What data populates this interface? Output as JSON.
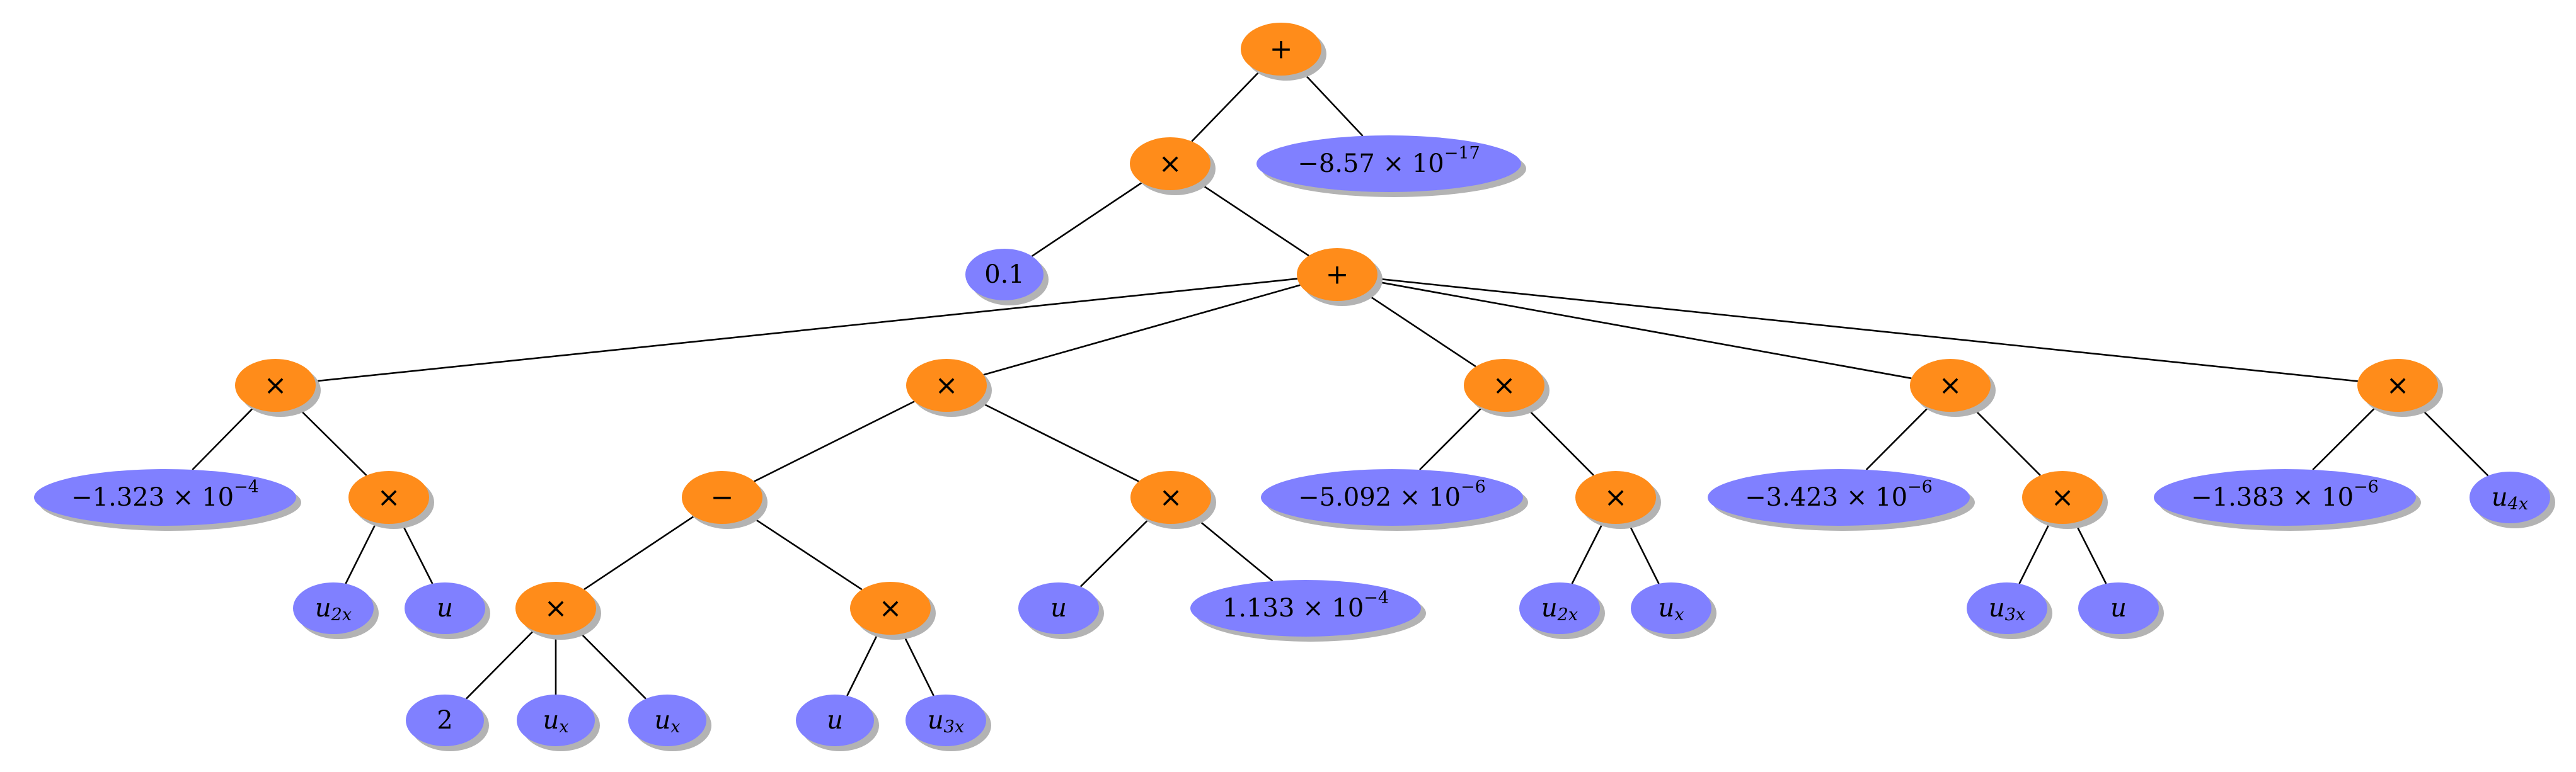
{
  "tree": {
    "nodes": [
      {
        "id": "n0",
        "kind": "operator",
        "label": "+"
      },
      {
        "id": "n1",
        "kind": "operator",
        "label": "×"
      },
      {
        "id": "n2",
        "kind": "value",
        "label": "−8.57 × 10^−17"
      },
      {
        "id": "n3",
        "kind": "value",
        "label": "0.1"
      },
      {
        "id": "n4",
        "kind": "operator",
        "label": "+"
      },
      {
        "id": "n5",
        "kind": "operator",
        "label": "×"
      },
      {
        "id": "n6",
        "kind": "operator",
        "label": "×"
      },
      {
        "id": "n7",
        "kind": "operator",
        "label": "×"
      },
      {
        "id": "n8",
        "kind": "operator",
        "label": "×"
      },
      {
        "id": "n9",
        "kind": "operator",
        "label": "×"
      },
      {
        "id": "n10",
        "kind": "value",
        "label": "−1.323 × 10^−4"
      },
      {
        "id": "n11",
        "kind": "operator",
        "label": "×"
      },
      {
        "id": "n12",
        "kind": "value",
        "label": "u_2x"
      },
      {
        "id": "n13",
        "kind": "value",
        "label": "u"
      },
      {
        "id": "n14",
        "kind": "operator",
        "label": "−"
      },
      {
        "id": "n15",
        "kind": "operator",
        "label": "×"
      },
      {
        "id": "n16",
        "kind": "operator",
        "label": "×"
      },
      {
        "id": "n17",
        "kind": "value",
        "label": "2"
      },
      {
        "id": "n18",
        "kind": "value",
        "label": "u_x"
      },
      {
        "id": "n19",
        "kind": "value",
        "label": "u_x"
      },
      {
        "id": "n20",
        "kind": "operator",
        "label": "×"
      },
      {
        "id": "n21",
        "kind": "value",
        "label": "u"
      },
      {
        "id": "n22",
        "kind": "value",
        "label": "u_3x"
      },
      {
        "id": "n23",
        "kind": "value",
        "label": "u"
      },
      {
        "id": "n24",
        "kind": "value",
        "label": "1.133 × 10^−4"
      },
      {
        "id": "n25",
        "kind": "value",
        "label": "−5.092 × 10^−6"
      },
      {
        "id": "n26",
        "kind": "operator",
        "label": "×"
      },
      {
        "id": "n27",
        "kind": "value",
        "label": "u_2x"
      },
      {
        "id": "n28",
        "kind": "value",
        "label": "u_x"
      },
      {
        "id": "n29",
        "kind": "value",
        "label": "−3.423 × 10^−6"
      },
      {
        "id": "n30",
        "kind": "operator",
        "label": "×"
      },
      {
        "id": "n31",
        "kind": "value",
        "label": "u_3x"
      },
      {
        "id": "n32",
        "kind": "value",
        "label": "u"
      },
      {
        "id": "n33",
        "kind": "value",
        "label": "−1.383 × 10^−6"
      },
      {
        "id": "n34",
        "kind": "value",
        "label": "u_4x"
      }
    ],
    "edges": [
      [
        "n0",
        "n1"
      ],
      [
        "n0",
        "n2"
      ],
      [
        "n1",
        "n3"
      ],
      [
        "n1",
        "n4"
      ],
      [
        "n4",
        "n5"
      ],
      [
        "n4",
        "n6"
      ],
      [
        "n4",
        "n7"
      ],
      [
        "n4",
        "n8"
      ],
      [
        "n4",
        "n9"
      ],
      [
        "n5",
        "n10"
      ],
      [
        "n5",
        "n11"
      ],
      [
        "n11",
        "n12"
      ],
      [
        "n11",
        "n13"
      ],
      [
        "n6",
        "n14"
      ],
      [
        "n6",
        "n15"
      ],
      [
        "n14",
        "n16"
      ],
      [
        "n14",
        "n20"
      ],
      [
        "n16",
        "n17"
      ],
      [
        "n16",
        "n18"
      ],
      [
        "n16",
        "n19"
      ],
      [
        "n20",
        "n21"
      ],
      [
        "n20",
        "n22"
      ],
      [
        "n15",
        "n23"
      ],
      [
        "n15",
        "n24"
      ],
      [
        "n7",
        "n25"
      ],
      [
        "n7",
        "n26"
      ],
      [
        "n26",
        "n27"
      ],
      [
        "n26",
        "n28"
      ],
      [
        "n8",
        "n29"
      ],
      [
        "n8",
        "n30"
      ],
      [
        "n30",
        "n31"
      ],
      [
        "n30",
        "n32"
      ],
      [
        "n9",
        "n33"
      ],
      [
        "n9",
        "n34"
      ]
    ]
  },
  "colors": {
    "operator": "#ff8c1a",
    "value": "#8080ff",
    "shadow": "#b3b3b3",
    "edge": "#000000"
  }
}
